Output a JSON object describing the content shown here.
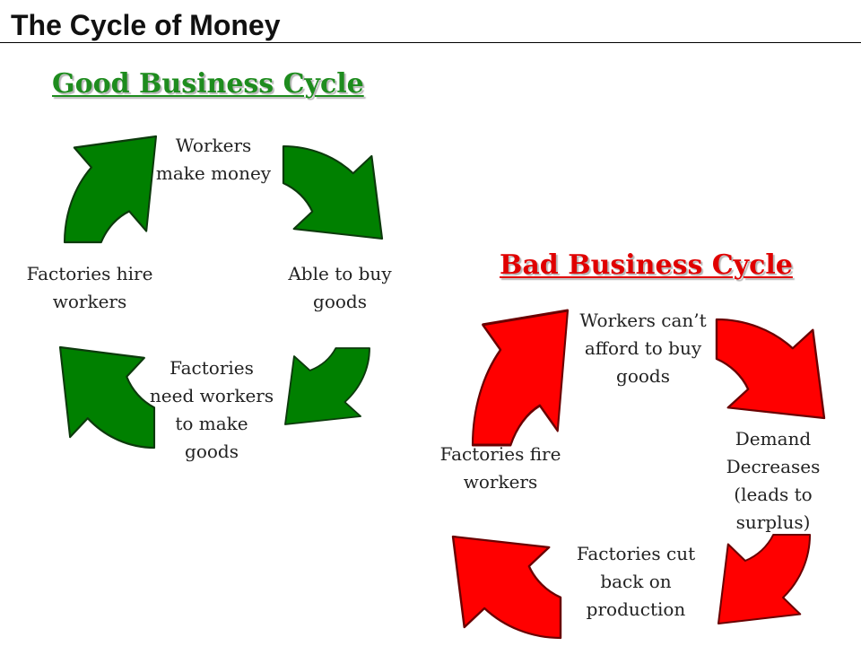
{
  "title": "The Cycle of Money",
  "good_cycle": {
    "heading": "Good Business Cycle",
    "color": "#008000",
    "steps": [
      {
        "text": "Workers make money"
      },
      {
        "text": "Able to buy goods"
      },
      {
        "text": "Factories need workers to make goods"
      },
      {
        "text": "Factories hire workers"
      }
    ]
  },
  "bad_cycle": {
    "heading": "Bad Business Cycle",
    "color": "#ff0000",
    "steps": [
      {
        "text": "Workers can’t afford to buy goods"
      },
      {
        "text": "Demand Decreases (leads to surplus)"
      },
      {
        "text": "Factories cut back on production"
      },
      {
        "text": "Factories fire workers"
      }
    ]
  },
  "icons": [
    "curved-arrow-icon"
  ]
}
